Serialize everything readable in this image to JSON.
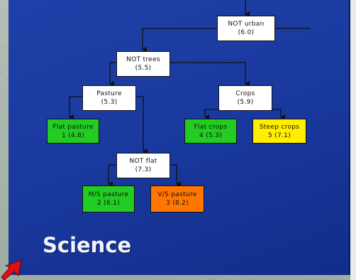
{
  "nodes": {
    "not_urban": {
      "label": "NOT urban",
      "value": "(6.0)"
    },
    "not_trees": {
      "label": "NOT trees",
      "value": "(5.5)"
    },
    "pasture": {
      "label": "Pasture",
      "value": "(5.3)"
    },
    "crops": {
      "label": "Crops",
      "value": "(5.9)"
    },
    "flat_pasture": {
      "label": "Flat pasture",
      "value": "1 (4.8)"
    },
    "not_flat": {
      "label": "NOT flat",
      "value": "(7.3)"
    },
    "flat_crops": {
      "label": "Flat crops",
      "value": "4 (5.3)"
    },
    "steep_crops": {
      "label": "Steep crops",
      "value": "5 (7.1)"
    },
    "ms_pasture": {
      "label": "M/S pasture",
      "value": "2 (6.1)"
    },
    "vs_pasture": {
      "label": "V/S pasture",
      "value": "3 (8.2)"
    }
  },
  "slide_title": "Science",
  "colors": {
    "panel": "#1a3aa0",
    "leaf_green": "#22cc22",
    "leaf_yellow": "#ffee00",
    "leaf_orange": "#ff7700",
    "pointer": "#dd1111"
  }
}
